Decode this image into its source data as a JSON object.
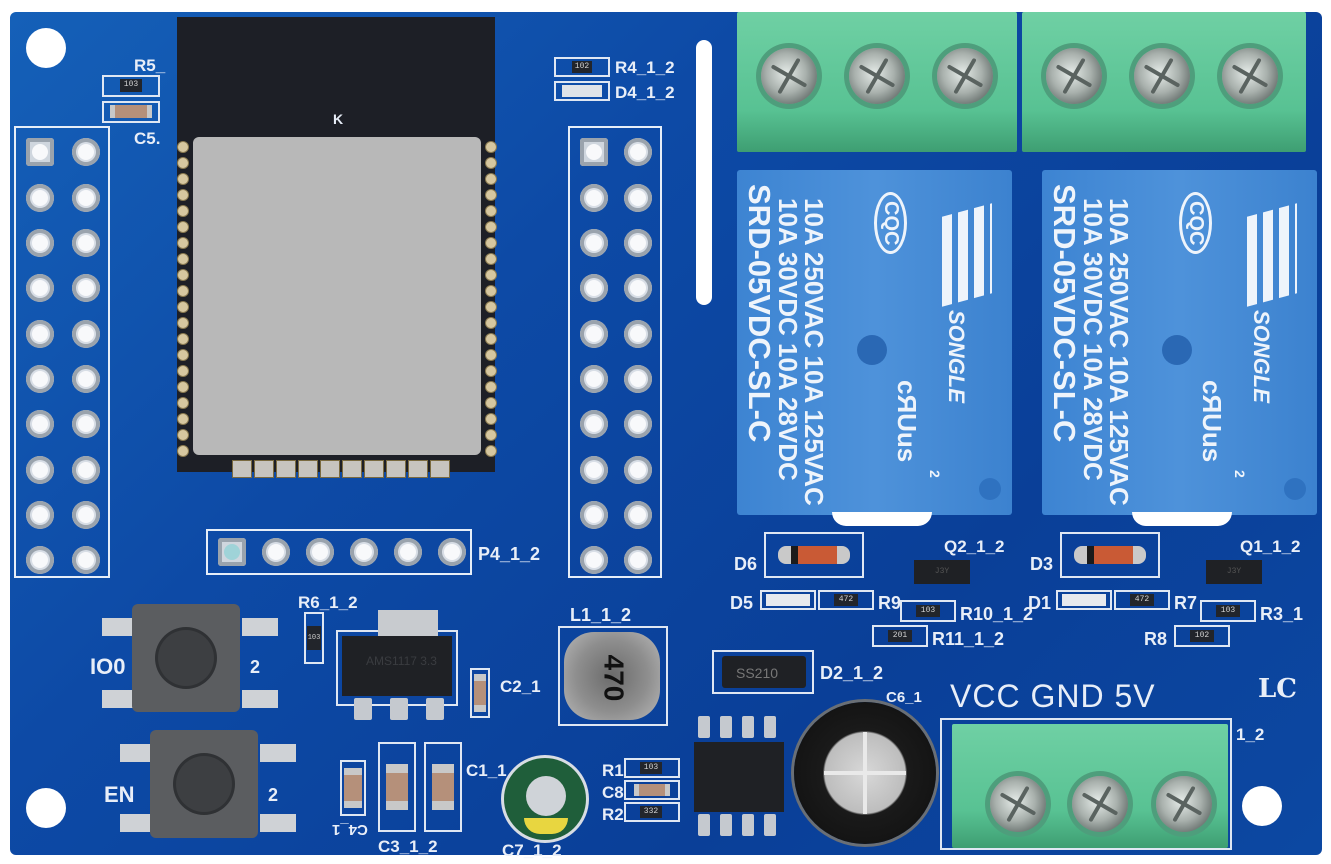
{
  "image": {
    "subject": "ESP32 dual relay module PCB",
    "board_color": "#0d4aa6",
    "terminal_color": "#5cc496",
    "relay_color": "#4a8fd8"
  },
  "silkscreen": {
    "r5": "R5_",
    "c5": "C5.",
    "r4": "R4_1_2",
    "d4": "D4_1_2",
    "p4": "P4_1_2",
    "d6": "D6",
    "d5": "D5",
    "r9": "R9",
    "q2": "Q2_1_2",
    "r10": "R10_1_2",
    "r11": "R11_1_2",
    "d3": "D3",
    "d1": "D1",
    "r7": "R7",
    "q1": "Q1_1_2",
    "r3": "R3_1",
    "r8": "R8",
    "r6": "R6_1_2",
    "io0": "IO0",
    "en": "EN",
    "io0_pin": "2",
    "en_pin": "2",
    "c2": "C2_1",
    "l1": "L1_1_2",
    "d2": "D2_1_2",
    "c6": "C6_1",
    "power_labels": "VCC GND 5V",
    "power_pin": "1_2",
    "logo": "LC",
    "c1": "C1_1",
    "c4": "C4_1",
    "c3": "C3_1_2",
    "c7": "C7_1_2",
    "r1": "R1",
    "c8": "C8",
    "r2": "R2",
    "esp_mark": "K"
  },
  "smd_codes": {
    "r5": "103",
    "r4": "102",
    "r9": "472",
    "r10": "103",
    "r11": "201",
    "r7": "472",
    "r3": "103",
    "r8": "102",
    "r6": "103",
    "r1": "103",
    "r2": "332",
    "l1": "470",
    "d2": "SS210",
    "q1": "J3Y",
    "q2": "J3Y",
    "regulator": "AMS1117 3.3"
  },
  "relays": [
    {
      "line1": "10A 250VAC  10A 125VAC",
      "line2": "10A  30VDC  10A  28VDC",
      "model": "SRD-05VDC-SL-C",
      "brand": "SONGLE",
      "cert": "CQC",
      "ul": "cЯUus",
      "mark": "2"
    },
    {
      "line1": "10A 250VAC  10A 125VAC",
      "line2": "10A  30VDC  10A  28VDC",
      "model": "SRD-05VDC-SL-C",
      "brand": "SONGLE",
      "cert": "CQC",
      "ul": "cЯUus",
      "mark": "2"
    }
  ]
}
